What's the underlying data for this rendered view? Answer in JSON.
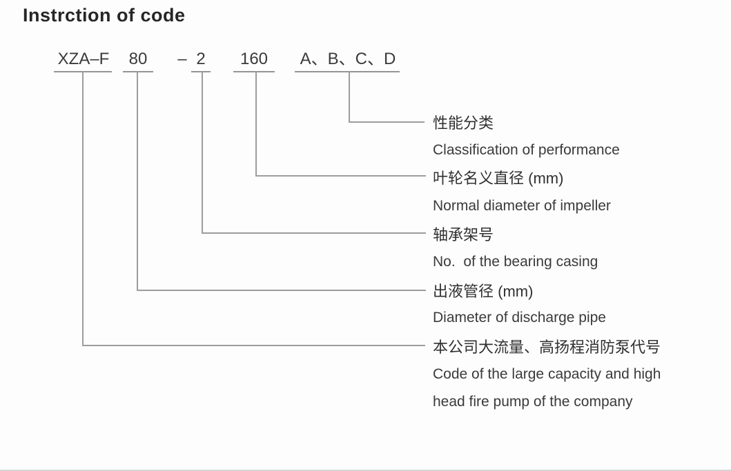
{
  "title": "Instrction of code",
  "code": {
    "company_code": "XZA–F",
    "discharge_pipe_diameter": "80",
    "separator_dash": "–",
    "bearing_casing_no": "2",
    "impeller_diameter": "160",
    "performance_classes": "A、B、C、D"
  },
  "labels": [
    {
      "zh": "性能分类",
      "en_lines": [
        "Classification of performance"
      ]
    },
    {
      "zh": "叶轮名义直径 (mm)",
      "en_lines": [
        "Normal diameter of impeller"
      ]
    },
    {
      "zh": "轴承架号",
      "en_lines": [
        "No.  of the bearing casing"
      ]
    },
    {
      "zh": "出液管径 (mm)",
      "en_lines": [
        "Diameter of discharge pipe"
      ]
    },
    {
      "zh": "本公司大流量、高扬程消防泵代号",
      "en_lines": [
        "Code of the large capacity and high",
        "head fire pump of the company"
      ]
    }
  ],
  "colors": {
    "text": "#3a3a3a",
    "line": "#9c9c9c",
    "background": "#fdfdfd",
    "bottom_border": "#d6d6d6"
  }
}
